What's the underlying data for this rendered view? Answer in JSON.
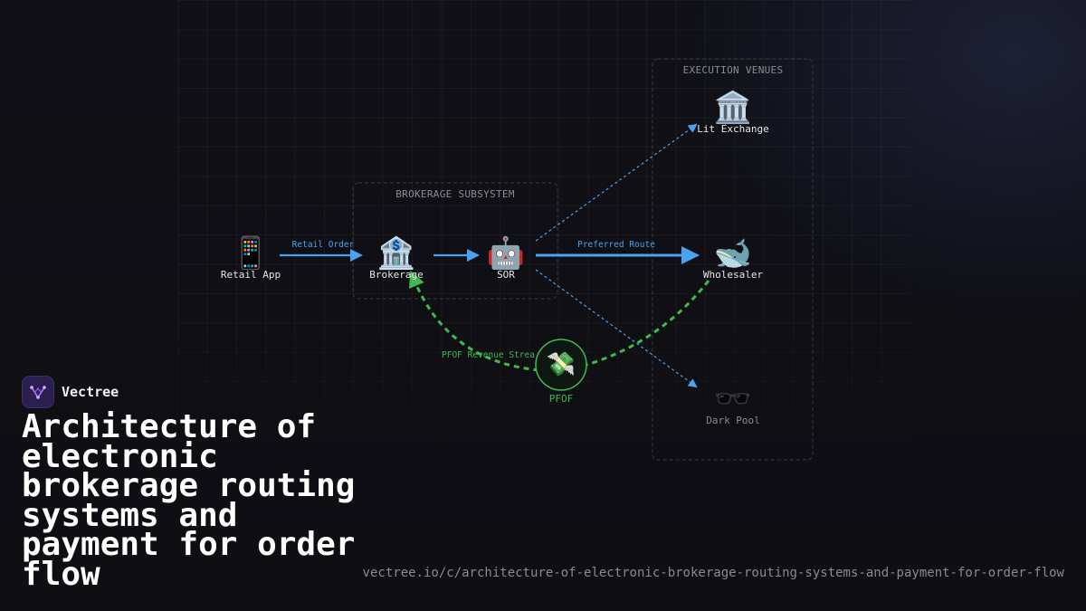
{
  "brand": {
    "name": "Vectree"
  },
  "title": "Architecture of electronic brokerage routing systems and payment for order flow",
  "url": "vectree.io/c/architecture-of-electronic-brokerage-routing-systems-and-payment-for-order-flow",
  "groups": {
    "brokerage": "BROKERAGE SUBSYSTEM",
    "venues": "EXECUTION VENUES"
  },
  "nodes": {
    "retail_app": {
      "label": "Retail App",
      "icon": "mobile-phone-icon",
      "glyph": "📱"
    },
    "brokerage": {
      "label": "Brokerage",
      "icon": "bank-icon",
      "glyph": "🏦"
    },
    "sor": {
      "label": "SOR",
      "icon": "robot-icon",
      "glyph": "🤖"
    },
    "lit_exchange": {
      "label": "Lit Exchange",
      "icon": "classical-building-icon",
      "glyph": "🏛️"
    },
    "wholesaler": {
      "label": "Wholesaler",
      "icon": "whale-icon",
      "glyph": "🐋"
    },
    "dark_pool": {
      "label": "Dark Pool",
      "icon": "sunglasses-icon",
      "glyph": "🕶️"
    },
    "pfof": {
      "label": "PFOF",
      "icon": "money-with-wings-icon",
      "glyph": "💸"
    }
  },
  "edges": {
    "retail_order": "Retail Order",
    "preferred_route": "Preferred Route",
    "pfof_revenue": "PFOF Revenue Strea"
  },
  "colors": {
    "blue": "#4aa3f0",
    "green": "#3fb950",
    "group_border": "#3a3a42",
    "brand_accent": "#b57bff"
  }
}
